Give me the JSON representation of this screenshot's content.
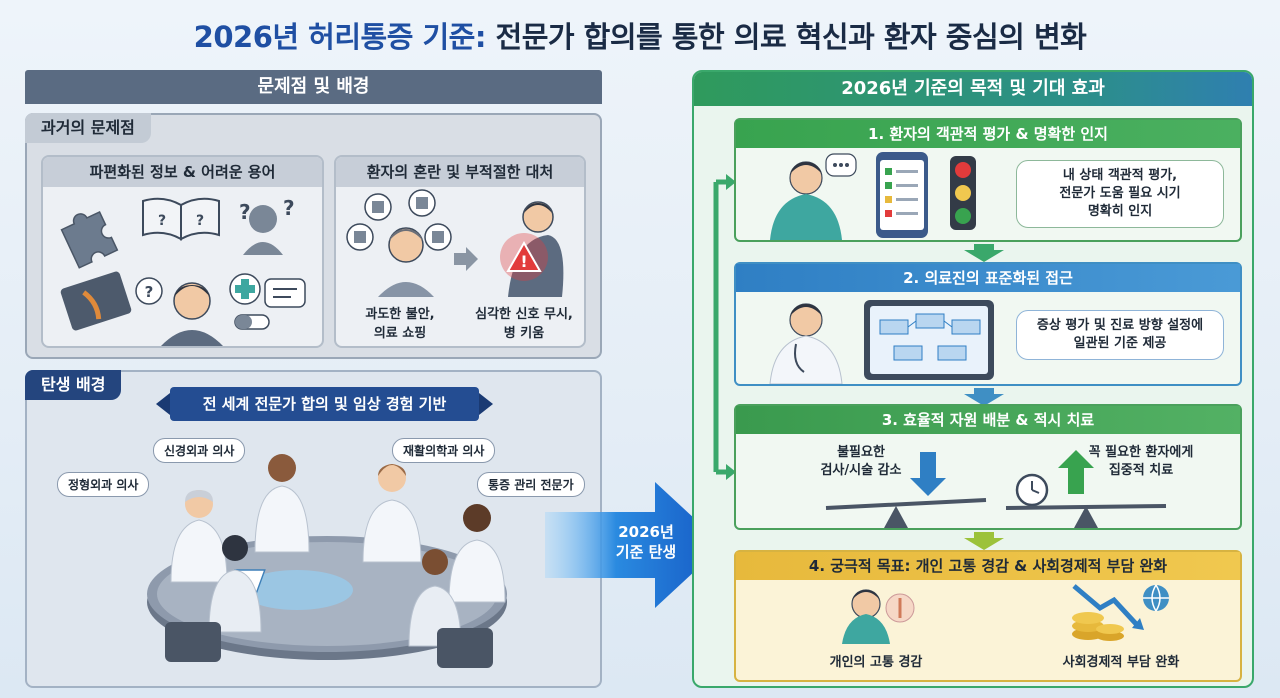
{
  "title": {
    "part1": "2026년 허리통증 기준:",
    "part2": " 전문가 합의를 통한 의료 혁신과 환자 중심의 변화"
  },
  "left": {
    "header": "문제점 및 배경",
    "past": {
      "tag": "과거의 문제점",
      "sub1_title": "파편화된 정보 & 어려운 용어",
      "sub2_title": "환자의 혼란 및 부적절한 대처",
      "cap_left": "과도한 불안,\n의료 쇼핑",
      "cap_right": "심각한 신호 무시,\n병 키움"
    },
    "birth": {
      "tag": "탄생 배경",
      "ribbon": "전 세계 전문가 합의 및 임상 경험 기반",
      "roles": [
        "신경외과 의사",
        "재활의학과 의사",
        "정형외과 의사",
        "통증 관리 전문가"
      ]
    }
  },
  "arrow": {
    "line1": "2026년",
    "line2": "기준 탄생"
  },
  "right": {
    "header": "2026년 기준의 목적 및 기대 효과",
    "step1": {
      "title": "1. 환자의 객관적 평가 & 명확한 인지",
      "callout": "내 상태 객관적 평가,\n전문가 도움 필요 시기\n명확히 인지"
    },
    "step2": {
      "title": "2. 의료진의 표준화된 접근",
      "callout": "증상 평가 및 진료 방향 설정에\n일관된 기준 제공"
    },
    "step3": {
      "title": "3. 효율적 자원 배분 & 적시 치료",
      "left": "불필요한\n검사/시술 감소",
      "right": "꼭 필요한 환자에게\n집중적 치료"
    },
    "step4": {
      "title": "4. 궁극적 목표: 개인 고통 경감 & 사회경제적 부담 완화",
      "left": "개인의 고통 경감",
      "right": "사회경제적 부담 완화"
    }
  },
  "colors": {
    "navy": "#244d92",
    "green": "#38a34f",
    "blue": "#2f7fc4",
    "gold": "#e7b93c",
    "alert": "#e23b3b"
  }
}
